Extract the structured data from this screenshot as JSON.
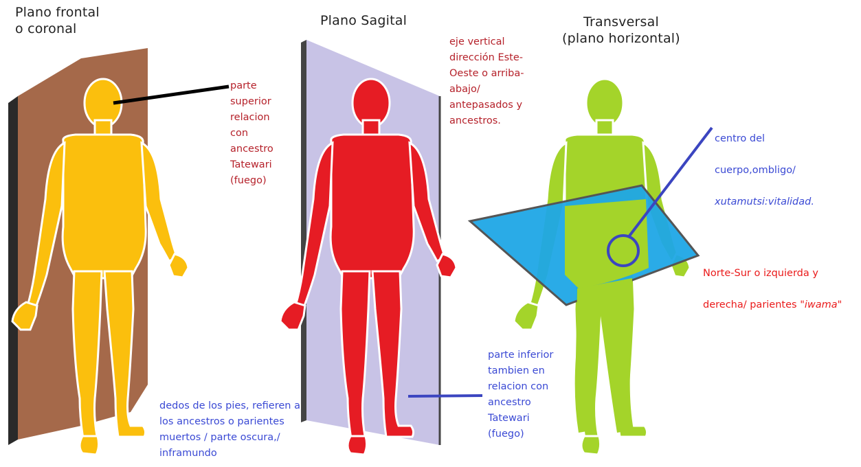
{
  "titles": {
    "frontal": "Plano frontal\no coronal",
    "sagital": "Plano Sagital",
    "transversal": "Transversal\n(plano horizontal)"
  },
  "annotations": {
    "superior": "parte\nsuperior\nrelacion\ncon\nancestro\nTatewari\n(fuego)",
    "eje_vertical": "eje vertical\ndirección Este-\nOeste o arriba-\nabajo/\nantepasados y\nancestros.",
    "dedos": "dedos de los pies, refieren a\nlos ancestros o parientes\nmuertos / parte oscura,/\ninframundo",
    "inferior": "parte  inferior\ntambien en\nrelacion con\nancestro\nTatewari\n(fuego)",
    "centro_line1": "centro del",
    "centro_line2": "cuerpo,ombligo/",
    "centro_line3": "xutamutsi:vitalidad.",
    "norte_line1": "Norte-Sur o izquierda y",
    "norte_line2_a": "derecha/ parientes \"",
    "norte_line2_b": "iwama",
    "norte_line2_c": "\""
  },
  "colors": {
    "frontal_plane": "#a5694a",
    "frontal_figure": "#fbbf0d",
    "sagital_plane": "#c8c3e6",
    "sagital_figure": "#e61c24",
    "transversal_plane": "#1fa6e6",
    "transversal_figure": "#a4d42a",
    "blue_marker": "#3b45c0",
    "black_marker": "#000000"
  }
}
